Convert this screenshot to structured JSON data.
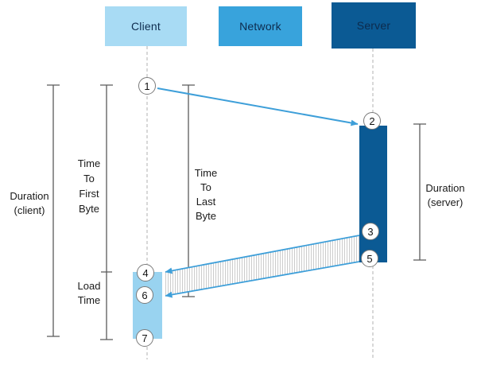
{
  "colors": {
    "client_fill": "#A8DBF4",
    "client_bar_fill": "#99D3F0",
    "network_fill": "#38A3DC",
    "server_fill": "#0B5A94",
    "arrow_blue": "#3E9FD9",
    "bracket_gray": "#5a5a5a",
    "lifeline_gray": "#b0b0b0",
    "hatch_gray": "#cccccc",
    "header_text": "#0d2b4d",
    "label_text": "#1a1a1a"
  },
  "headers": [
    {
      "label": "Client"
    },
    {
      "label": "Network"
    },
    {
      "label": "Server"
    }
  ],
  "events": [
    {
      "label": "1"
    },
    {
      "label": "2"
    },
    {
      "label": "3"
    },
    {
      "label": "4"
    },
    {
      "label": "5"
    },
    {
      "label": "6"
    },
    {
      "label": "7"
    }
  ],
  "labels": {
    "duration_client": {
      "lines": [
        "Duration",
        "(client)"
      ]
    },
    "time_to_first_byte": {
      "lines": [
        "Time",
        "To",
        "First",
        "Byte"
      ]
    },
    "time_to_last_byte": {
      "lines": [
        "Time",
        "To",
        "Last",
        "Byte"
      ]
    },
    "load_time": {
      "lines": [
        "Load",
        "Time"
      ]
    },
    "duration_server": {
      "lines": [
        "Duration",
        "(server)"
      ]
    }
  }
}
